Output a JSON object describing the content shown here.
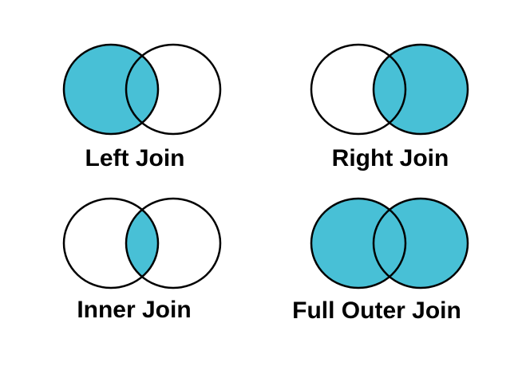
{
  "background": "#ffffff",
  "colors": {
    "shaded_fill": "#48C0D6",
    "circle_stroke": "#000000",
    "label_text": "#000000"
  },
  "panels": [
    {
      "id": "left-join",
      "label": "Left Join",
      "shaded_regions": [
        "left"
      ]
    },
    {
      "id": "right-join",
      "label": "Right Join",
      "shaded_regions": [
        "right"
      ]
    },
    {
      "id": "inner-join",
      "label": "Inner Join",
      "shaded_regions": [
        "intersection"
      ]
    },
    {
      "id": "full-outer-join",
      "label": "Full Outer Join",
      "shaded_regions": [
        "left",
        "right"
      ]
    }
  ]
}
